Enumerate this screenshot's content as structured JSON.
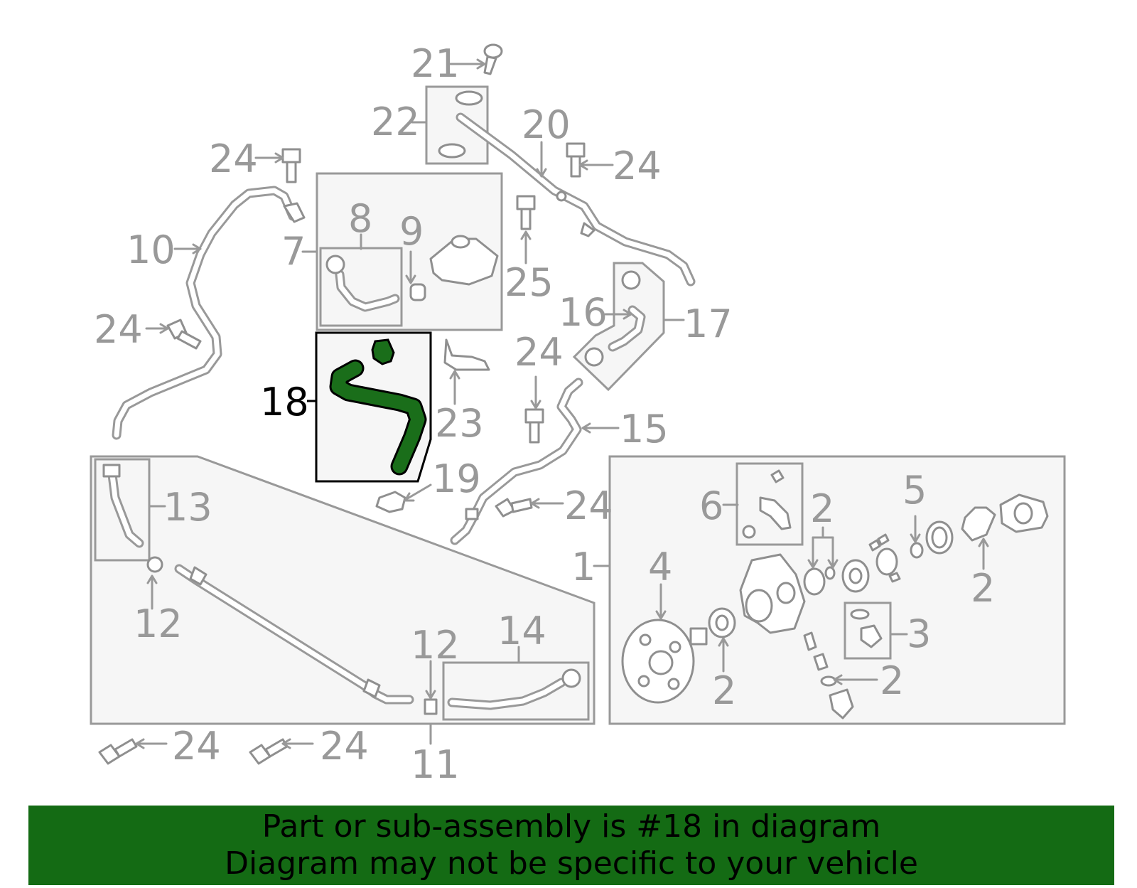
{
  "diagram": {
    "highlighted_callout": "18",
    "highlight_color": "#1a6e1a",
    "callouts": [
      "21",
      "22",
      "20",
      "24",
      "24",
      "10",
      "8",
      "9",
      "7",
      "25",
      "24",
      "16",
      "17",
      "24",
      "18",
      "23",
      "15",
      "19",
      "24",
      "13",
      "6",
      "2",
      "5",
      "1",
      "4",
      "12",
      "2",
      "3",
      "2",
      "2",
      "14",
      "12",
      "24",
      "24",
      "11"
    ]
  },
  "banner": {
    "line1": "Part or sub-assembly is #18 in diagram",
    "line2": "Diagram may not be specific to your vehicle",
    "background_color": "#146b14"
  }
}
